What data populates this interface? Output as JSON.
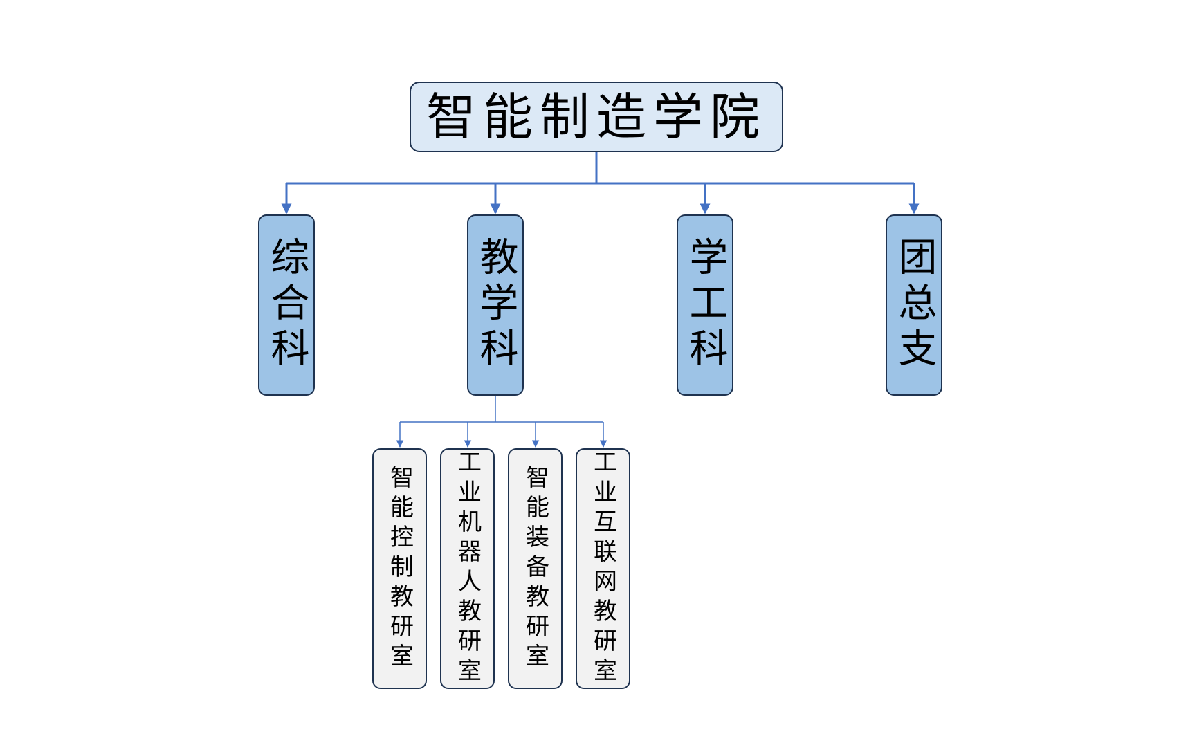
{
  "colors": {
    "root_fill": "#dce9f6",
    "department_fill": "#9dc3e6",
    "office_fill": "#f2f2f2",
    "node_border": "#1f3350",
    "connector": "#4472c4"
  },
  "root": {
    "label": "智能制造学院"
  },
  "departments": [
    {
      "label": "综合科"
    },
    {
      "label": "教学科"
    },
    {
      "label": "学工科"
    },
    {
      "label": "团总支"
    }
  ],
  "offices": [
    {
      "label": "智能控制教研室"
    },
    {
      "label": "工业机器人教研室"
    },
    {
      "label": "智能装备教研室"
    },
    {
      "label": "工业互联网教研室"
    }
  ]
}
